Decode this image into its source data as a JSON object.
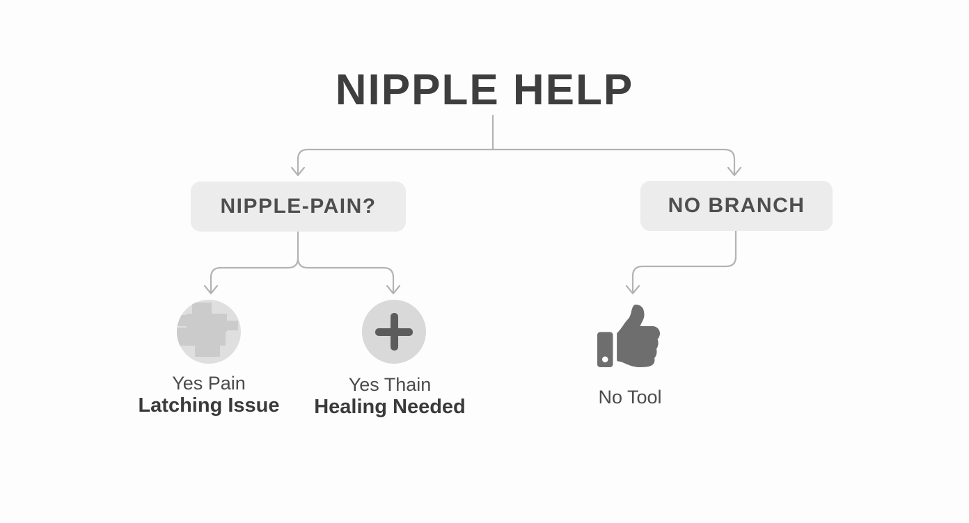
{
  "title": "NIPPLE HELP",
  "branches": {
    "pain": {
      "label": "NIPPLE-PAIN?"
    },
    "no": {
      "label": "NO BRANCH"
    }
  },
  "leaves": {
    "latching": {
      "line1": "Yes Pain",
      "line2": "Latching Issue",
      "icon": "pixelated-blob-icon"
    },
    "healing": {
      "line1": "Yes Thain",
      "line2": "Healing Needed",
      "icon": "plus-icon"
    },
    "no_tool": {
      "line1": "No Tool",
      "icon": "thumbs-up-icon"
    }
  },
  "colors": {
    "background": "#fdfdfd",
    "box_background": "#ececec",
    "box_text": "#4e4e4e",
    "title_text": "#3e3e3e",
    "connector": "#b3b3b3",
    "circle_light": "#dfdfdf",
    "circle_mid": "#d9d9d9",
    "blob": "#cbcbcb",
    "plus": "#5c5c5c",
    "thumb": "#6e6e6e",
    "label_regular": "#4b4b4b",
    "label_bold": "#3a3a3a"
  }
}
